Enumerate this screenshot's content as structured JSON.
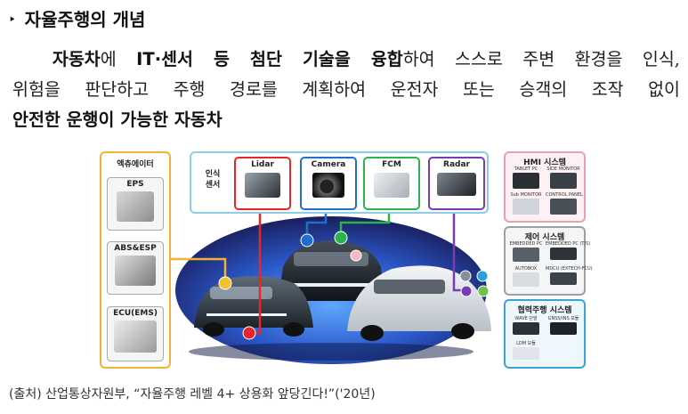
{
  "heading": {
    "bullet": "‣",
    "text": "자율주행의 개념"
  },
  "definition": {
    "subject": "자동차",
    "p1": "에 ",
    "bold1": "IT·센서 등 첨단 기술을 융합",
    "p2": "하여 스스로 주변 환경을 인식,",
    "line2": "위험을 판단하고 주행 경로를 계획하여 운전자 또는 승객의 조작 없이",
    "line3": "안전한 운행이 가능한 자동차"
  },
  "figure": {
    "actuator": {
      "title": "엑츄에이터",
      "items": [
        "EPS",
        "ABS&ESP",
        "ECU(EMS)"
      ]
    },
    "sensors": {
      "title_line1": "인식",
      "title_line2": "센서",
      "items": [
        {
          "name": "Lidar",
          "color": "#e8262a"
        },
        {
          "name": "Camera",
          "color": "#1f6fd1"
        },
        {
          "name": "FCM",
          "color": "#2ab44a"
        },
        {
          "name": "Radar",
          "color": "#7a3bb5"
        }
      ]
    },
    "hmi": {
      "title": "HMI 시스템",
      "items": [
        "TABLET PC",
        "SIDE MONITOR",
        "Sub MONITOR",
        "CONTROL PANEL"
      ]
    },
    "control": {
      "title": "제어 시스템",
      "items": [
        "EMBEDDED PC",
        "EMBEDDED PC (T/S)",
        "AUTOBOX",
        "MDCU (EXTECH-FCU)"
      ]
    },
    "platoon": {
      "title": "협력주행 시스템",
      "items": [
        "WAVE 단말",
        "GNSS/INS 모듈",
        "LDM 모듈"
      ]
    },
    "colors": {
      "actuator_border": "#f2b233",
      "sensor_border": "#8ccfe3",
      "hmi_border": "#e9a1b0",
      "control_border": "#9aa0a6",
      "platoon_border": "#3aa4d8"
    }
  },
  "source": "(출처) 산업통상자원부, “자율주행 레벨 4+ 상용화 앞당긴다!”('20년)"
}
